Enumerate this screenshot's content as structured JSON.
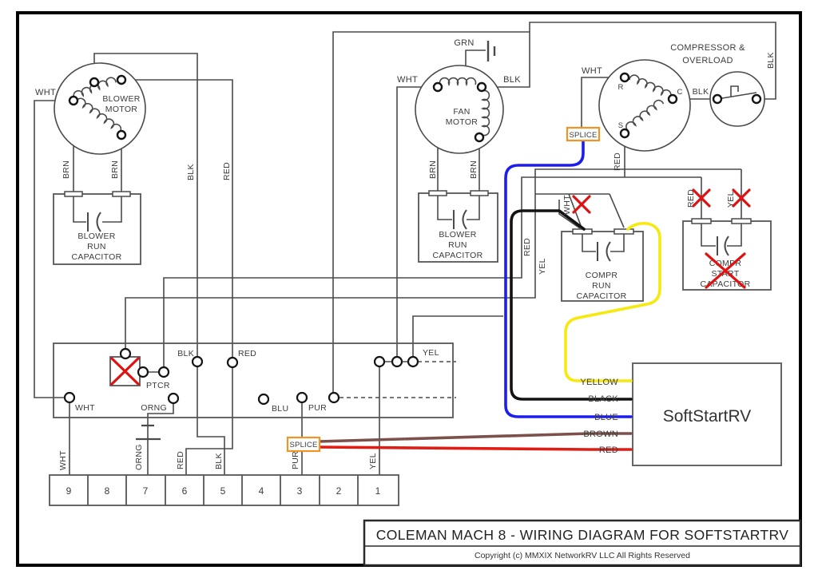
{
  "title_block": {
    "title": "COLEMAN MACH 8 - WIRING DIAGRAM FOR SOFTSTARTRV",
    "copyright": "Copyright (c) MMXIX NetworkRV LLC All Rights Reserved"
  },
  "colors": {
    "wire_gray": "#4a4a4a",
    "blue": "#1d1dee",
    "black": "#131313",
    "yellow": "#f6e90e",
    "brown": "#7d514b",
    "red": "#e01d15",
    "splice_orange": "#f09426",
    "cross_red": "#e01111"
  },
  "blower_motor": {
    "line1": "BLOWER",
    "line2": "MOTOR",
    "wht": "WHT",
    "brn_left": "BRN",
    "brn_right": "BRN",
    "blk_wire": "BLK",
    "red_wire": "RED"
  },
  "blower_run_cap": {
    "line1": "BLOWER",
    "line2": "RUN",
    "line3": "CAPACITOR"
  },
  "fan_motor": {
    "line1": "FAN",
    "line2": "MOTOR",
    "grn": "GRN",
    "wht": "WHT",
    "blk": "BLK",
    "brn_left": "BRN",
    "brn_right": "BRN"
  },
  "fan_run_cap": {
    "line1": "BLOWER",
    "line2": "RUN",
    "line3": "CAPACITOR"
  },
  "compressor": {
    "line1": "COMPRESSOR &",
    "line2": "OVERLOAD",
    "wht": "WHT",
    "blk_right": "BLK",
    "blk_mid": "BLK",
    "r": "R",
    "c": "C",
    "s": "S",
    "red_s": "RED"
  },
  "splice_top": {
    "label": "SPLICE"
  },
  "splice_bottom": {
    "label": "SPLICE"
  },
  "mid_wires": {
    "red": "RED",
    "yel": "YEL"
  },
  "compr_run_cap": {
    "wht_cut": "WHT",
    "line1": "COMPR",
    "line2": "RUN",
    "line3": "CAPACITOR"
  },
  "compr_start_cap": {
    "red_cut": "RED",
    "yel_cut": "YEL",
    "line1": "COMPR",
    "line2": "START",
    "line3": "CAPACITOR"
  },
  "softstart": {
    "name": "SoftStartRV",
    "yellow": "YELLOW",
    "black": "BLACK",
    "blue": "BLUE",
    "brown": "BROWN",
    "red": "RED"
  },
  "board": {
    "ptcr": "PTCR",
    "blk": "BLK",
    "red": "RED",
    "yel": "YEL",
    "wht": "WHT",
    "orng": "ORNG",
    "blu": "BLU",
    "pur": "PUR"
  },
  "terminal_strip": {
    "numbers": [
      "9",
      "8",
      "7",
      "6",
      "5",
      "4",
      "3",
      "2",
      "1"
    ],
    "wht": "WHT",
    "orng": "ORNG",
    "red": "RED",
    "blk": "BLK",
    "pur": "PUR",
    "yel": "YEL"
  }
}
